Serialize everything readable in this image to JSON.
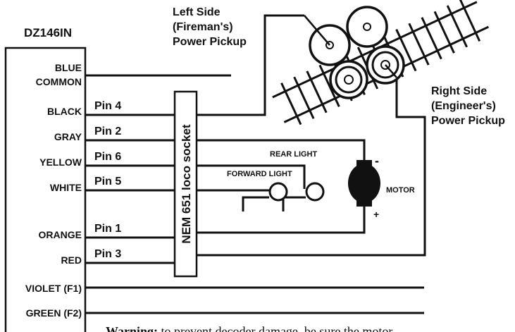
{
  "decoder": {
    "model": "DZ146IN",
    "wires": {
      "blue_line1": "BLUE",
      "blue_line2": "COMMON",
      "black": "BLACK",
      "gray": "GRAY",
      "yellow": "YELLOW",
      "white": "WHITE",
      "orange": "ORANGE",
      "red": "RED",
      "violet": "VIOLET (F1)",
      "green": "GREEN (F2)"
    }
  },
  "pins": {
    "black": "Pin 4",
    "gray": "Pin 2",
    "yellow": "Pin 6",
    "white": "Pin 5",
    "orange": "Pin 1",
    "red": "Pin 3"
  },
  "socket_label": "NEM 651 loco socket",
  "left_pickup": {
    "line1": "Left Side",
    "line2": "(Fireman's)",
    "line3": "Power Pickup"
  },
  "right_pickup": {
    "line1": "Right Side",
    "line2": "(Engineer's)",
    "line3": "Power Pickup"
  },
  "lights": {
    "rear": "REAR LIGHT",
    "forward": "FORWARD LIGHT"
  },
  "motor": {
    "label": "MOTOR",
    "minus": "-",
    "plus": "+"
  },
  "warning": {
    "bold": "Warning:",
    "text": " to prevent decoder damage, be sure the motor"
  }
}
